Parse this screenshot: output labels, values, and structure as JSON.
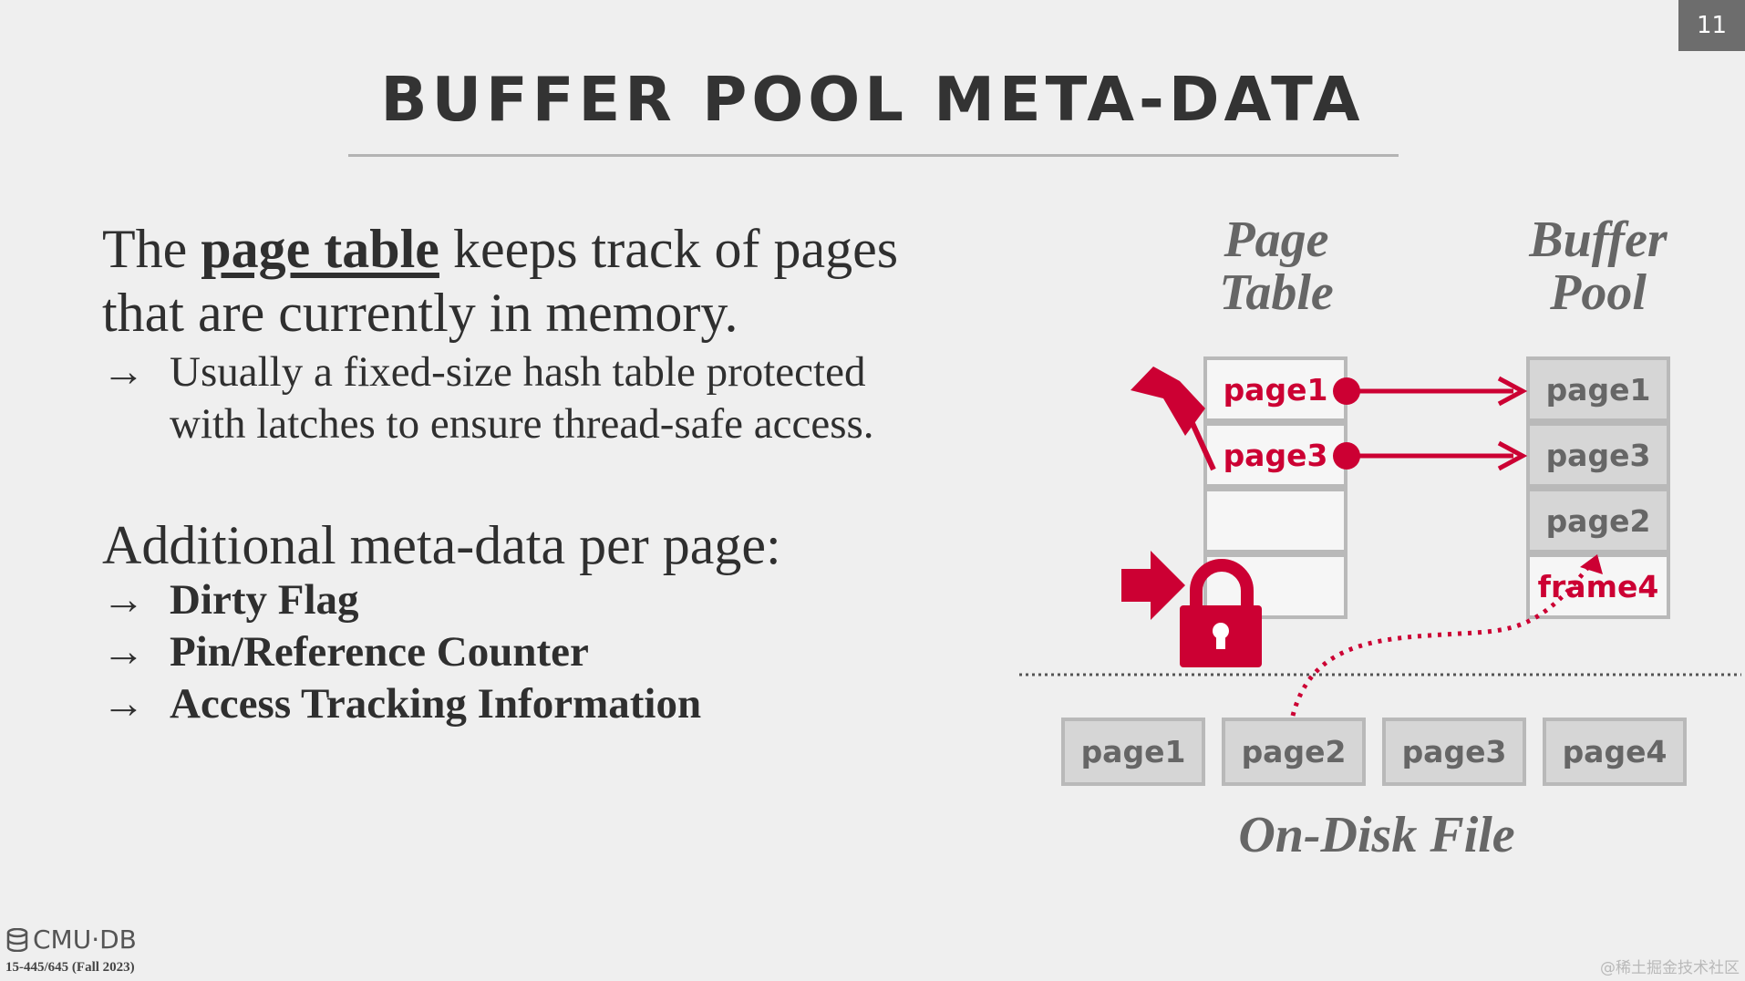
{
  "slide": {
    "number": "11",
    "title": "BUFFER POOL META-DATA"
  },
  "content": {
    "intro_prefix": "The ",
    "intro_term": "page table",
    "intro_suffix": " keeps track of pages",
    "intro_line2": "that are currently in memory.",
    "arrow": "→",
    "sub_line1": "Usually a fixed-size hash table protected",
    "sub_line2": "with latches to ensure thread-safe access.",
    "additional_heading": "Additional meta-data per page:",
    "items": [
      "Dirty Flag",
      "Pin/Reference Counter",
      "Access Tracking Information"
    ]
  },
  "diagram": {
    "page_table_heading": [
      "Page",
      "Table"
    ],
    "buffer_pool_heading": [
      "Buffer",
      "Pool"
    ],
    "page_table_entries": [
      "page1",
      "page3",
      "",
      ""
    ],
    "buffer_pool_frames": [
      "page1",
      "page3",
      "page2",
      "frame4"
    ],
    "disk_pages": [
      "page1",
      "page2",
      "page3",
      "page4"
    ],
    "disk_label": "On-Disk File",
    "icons": [
      "pushpin-icon",
      "lock-icon",
      "arrow-right-icon"
    ],
    "colors": {
      "accent": "#cc0033",
      "box_border": "#b9b9b9",
      "box_fill": "#d6d6d6"
    }
  },
  "footer": {
    "logo_text": "CMU·DB",
    "course": "15-445/645 (Fall 2023)",
    "watermark": "@稀土掘金技术社区"
  }
}
